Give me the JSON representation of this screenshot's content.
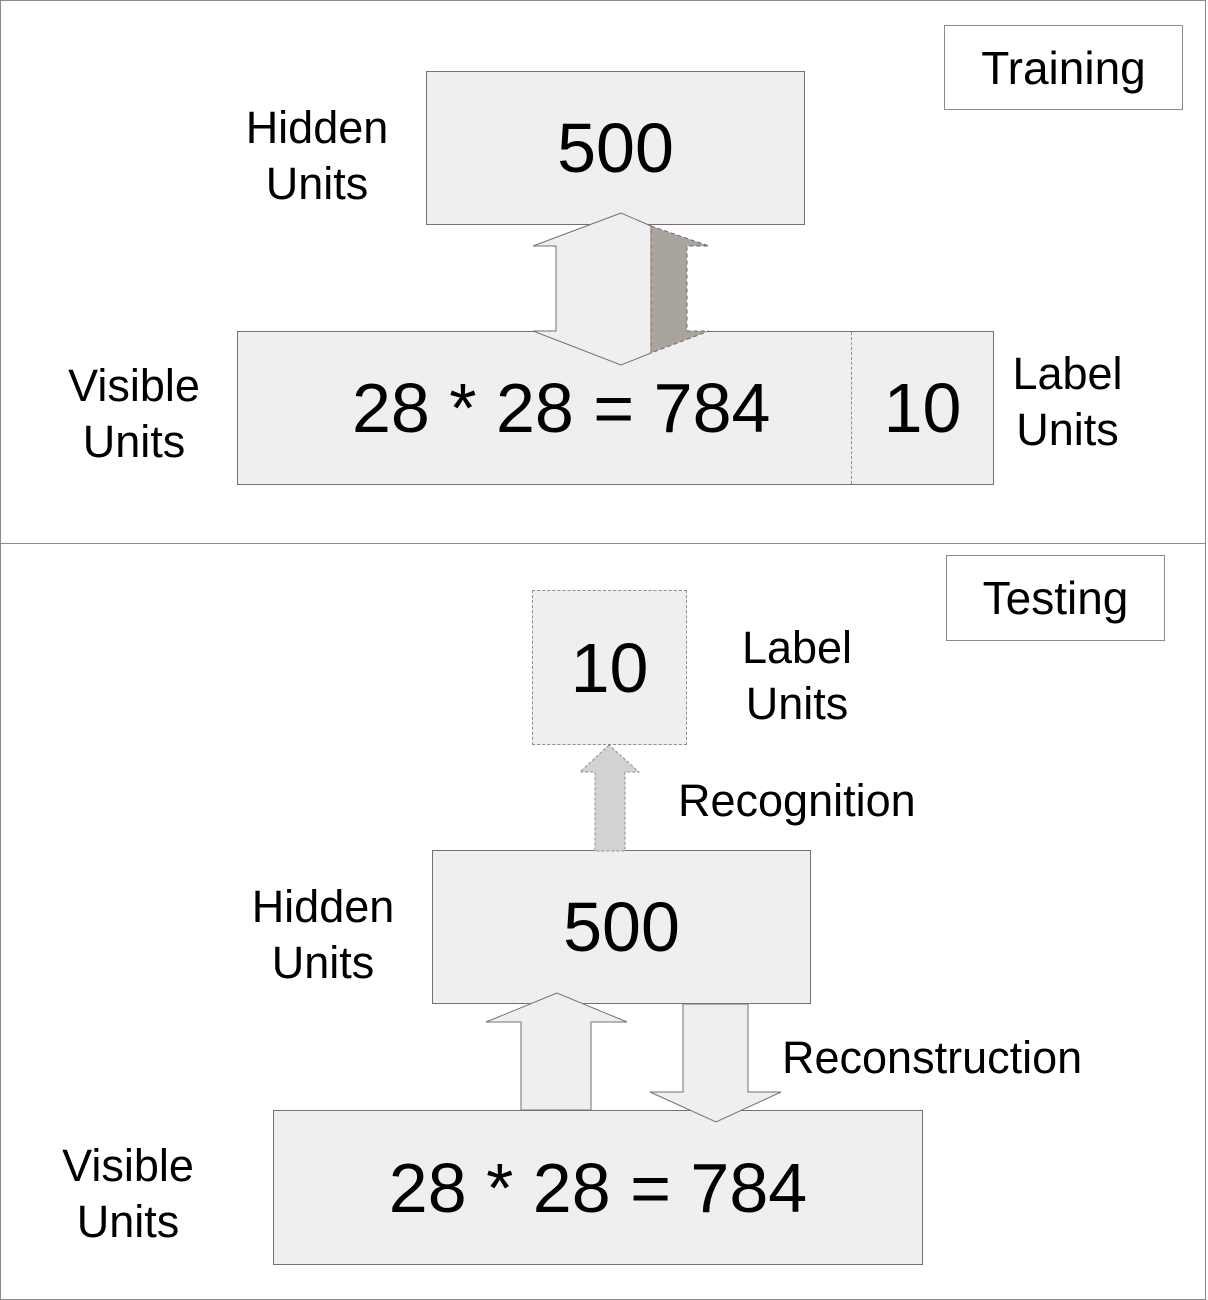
{
  "training": {
    "tag": "Training",
    "hidden": {
      "line1": "Hidden",
      "line2": "Units",
      "count": "500"
    },
    "visible": {
      "line1": "Visible",
      "line2": "Units",
      "count": "28 * 28 = 784"
    },
    "label": {
      "line1": "Label",
      "line2": "Units",
      "count": "10"
    }
  },
  "testing": {
    "tag": "Testing",
    "label": {
      "line1": "Label",
      "line2": "Units",
      "count": "10"
    },
    "recognition": "Recognition",
    "hidden": {
      "line1": "Hidden",
      "line2": "Units",
      "count": "500"
    },
    "reconstruction": "Reconstruction",
    "visible": {
      "line1": "Visible",
      "line2": "Units",
      "count": "28 * 28 = 784"
    }
  },
  "colors": {
    "box_fill": "#efefef",
    "box_border": "#7a6f6f",
    "dark_arrow": "#aaa49e",
    "recognition_arrow": "#d2d2d2",
    "light_arrow": "#efefef"
  }
}
